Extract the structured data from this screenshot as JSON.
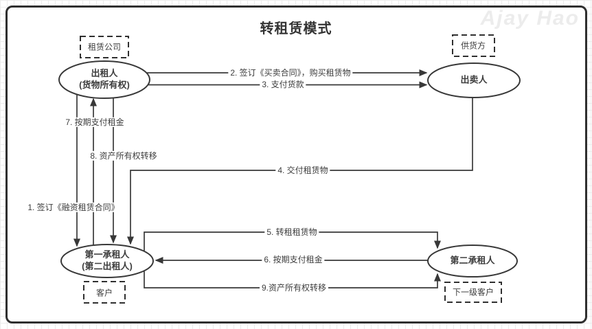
{
  "title": "转租赁模式",
  "watermark": "Ajay Hao",
  "nodes": {
    "lessor": {
      "line1": "出租人",
      "line2": "(货物所有权)"
    },
    "seller": {
      "label": "出卖人"
    },
    "first_lessee": {
      "line1": "第一承租人",
      "line2": "(第二出租人)"
    },
    "second_lessee": {
      "label": "第二承租人"
    }
  },
  "tags": {
    "leasing_company": "租赁公司",
    "supplier": "供货方",
    "customer": "客户",
    "next_level_customer": "下一级客户"
  },
  "edges": {
    "e1": "1. 签订《融资租赁合同》",
    "e2": "2. 签订《买卖合同》，购买租赁物",
    "e3": "3. 支付货款",
    "e4": "4. 交付租赁物",
    "e5": "5. 转租租赁物",
    "e6": "6. 按期支付租金",
    "e7": "7. 按期支付租金",
    "e8": "8. 资产所有权转移",
    "e9": "9.资产所有权转移"
  },
  "colors": {
    "stroke": "#383838",
    "text": "#3d3d3d",
    "border": "#2f2f2f",
    "watermark": "#ececec",
    "grid": "#ececec",
    "background": "#ffffff"
  }
}
